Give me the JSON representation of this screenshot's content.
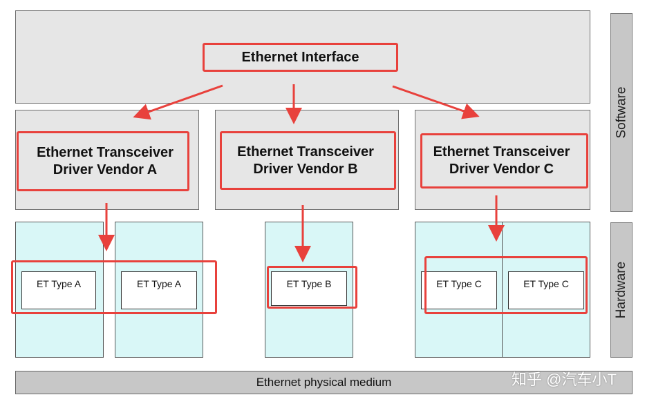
{
  "interface": {
    "label": "Ethernet Interface"
  },
  "drivers": [
    {
      "line1": "Ethernet Transceiver",
      "line2": "Driver Vendor A"
    },
    {
      "line1": "Ethernet Transceiver",
      "line2": "Driver Vendor B"
    },
    {
      "line1": "Ethernet Transceiver",
      "line2": "Driver Vendor C"
    }
  ],
  "hardware_units": [
    "ET Type A",
    "ET Type A",
    "ET Type B",
    "ET Type C",
    "ET Type C"
  ],
  "medium": {
    "label": "Ethernet physical medium"
  },
  "side_labels": {
    "software": "Software",
    "hardware": "Hardware"
  },
  "watermark": "知乎 @汽车小T",
  "colors": {
    "highlight": "#e8413c",
    "software_fill": "#e6e6e6",
    "hardware_fill": "#d9f7f7",
    "side_fill": "#c7c7c7"
  }
}
